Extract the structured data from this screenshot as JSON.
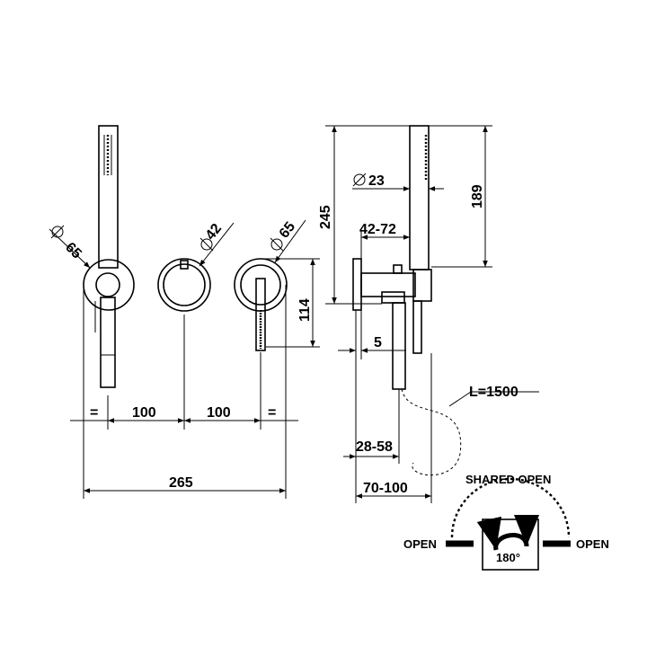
{
  "front_view": {
    "diam_left": "65",
    "diam_mid": "42",
    "diam_right": "65",
    "eq_left": "=",
    "spacing_1": "100",
    "spacing_2": "100",
    "eq_right": "=",
    "total_width": "265",
    "height_114": "114"
  },
  "side_view": {
    "diam_hose": "23",
    "height_245": "245",
    "height_189": "189",
    "depth_range_1": "42-72",
    "offset_5": "5",
    "hose_length": "L=1500",
    "depth_range_2": "28-58",
    "depth_range_3": "70-100"
  },
  "diverter": {
    "shared_open": "SHARED OPEN",
    "open_left": "OPEN",
    "open_right": "OPEN",
    "rotation": "180°"
  }
}
